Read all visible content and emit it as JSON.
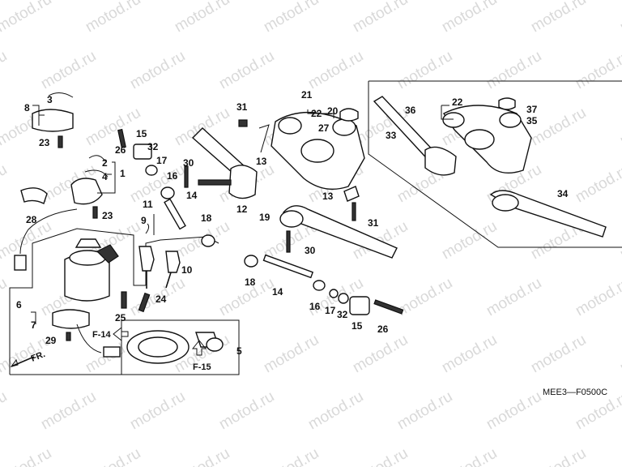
{
  "watermark": "motod.ru",
  "callouts": [
    "1",
    "2",
    "3",
    "4",
    "5",
    "6",
    "7",
    "8",
    "9",
    "10",
    "11",
    "12",
    "13",
    "14",
    "15",
    "16",
    "17",
    "18",
    "19",
    "20",
    "21",
    "22",
    "23",
    "24",
    "25",
    "26",
    "27",
    "28",
    "29",
    "30",
    "31",
    "32",
    "33",
    "34",
    "35",
    "36",
    "37"
  ],
  "refs": {
    "f14": "F-14",
    "f15": "F-15",
    "front": "FR."
  },
  "diagram_code": "MEE3—F0500C"
}
